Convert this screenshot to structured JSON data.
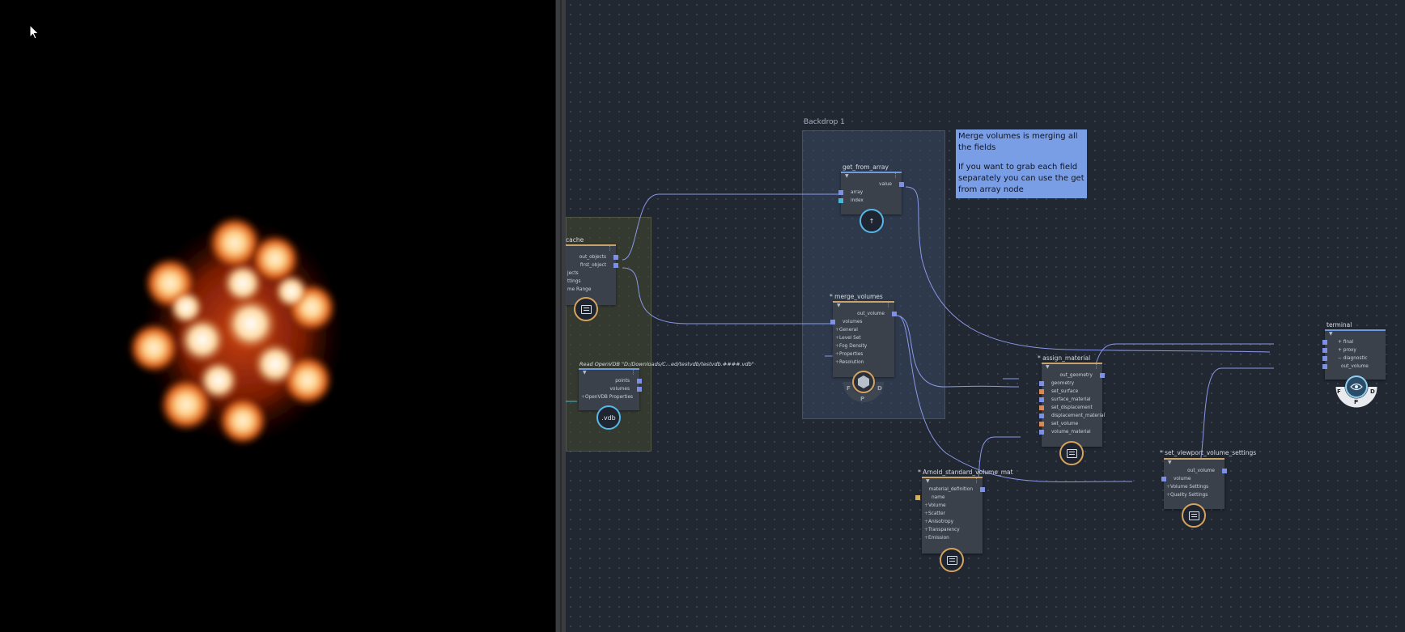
{
  "viewport": {
    "background": "#000000"
  },
  "graph": {
    "backdrop": {
      "title": "Backdrop 1"
    },
    "note": {
      "line1": "Merge volumes is merging all the fields",
      "line2": "If you want to grab each field separately you can use the get from array node"
    },
    "nodes": {
      "cache": {
        "title": "cache",
        "outputs": [
          "out_objects",
          "first_object"
        ],
        "inputs": [
          "jects",
          "ttings",
          "me Range"
        ]
      },
      "read_vdb": {
        "title": "Read OpenVDB \"D:/Downloads/C...ed/testvdb/testvdb.####.vdb\"",
        "outputs": [
          "points",
          "volumes"
        ],
        "groups": [
          "OpenVDB Properties"
        ],
        "badge": ".vdb"
      },
      "get_from_array": {
        "title": "get_from_array",
        "output": "value",
        "inputs": [
          "array",
          "index"
        ],
        "badge": "↑"
      },
      "merge_volumes": {
        "title": "* merge_volumes",
        "output": "out_volume",
        "input": "volumes",
        "groups": [
          "General",
          "Level Set",
          "Fog Density",
          "Properties",
          "Resolution"
        ],
        "ring": [
          "F",
          "P",
          "D"
        ]
      },
      "assign_material": {
        "title": "* assign_material",
        "output": "out_geometry",
        "inputs": [
          "geometry",
          "set_surface",
          "surface_material",
          "set_displacement",
          "displacement_material",
          "set_volume",
          "volume_material"
        ]
      },
      "arnold_mat": {
        "title": "* Arnold_standard_volume_mat",
        "output": "material_definition",
        "input": "name",
        "groups": [
          "Volume",
          "Scatter",
          "Anisotropy",
          "Transparency",
          "Emission"
        ]
      },
      "viewport_settings": {
        "title": "* set_viewport_volume_settings",
        "output": "out_volume",
        "input": "volume",
        "groups": [
          "Volume Settings",
          "Quality Settings"
        ]
      },
      "terminal": {
        "title": "terminal",
        "groups": [
          "final",
          "proxy",
          "diagnostic"
        ],
        "input": "out_volume",
        "ring": [
          "F",
          "P",
          "D"
        ]
      }
    }
  }
}
